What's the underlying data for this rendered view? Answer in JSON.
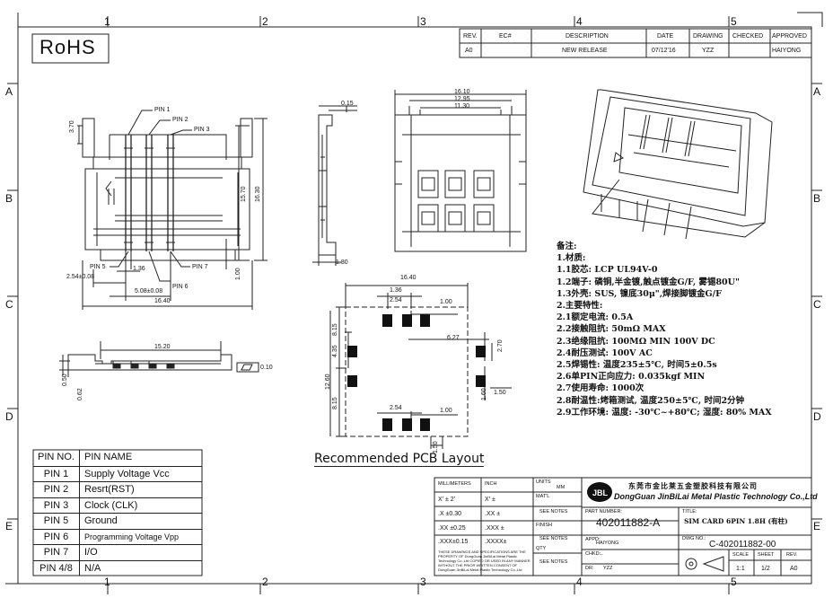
{
  "zone_labels": {
    "top": [
      "1",
      "2",
      "3",
      "4",
      "5"
    ],
    "bottom": [
      "1",
      "2",
      "3",
      "4",
      "5"
    ],
    "left": [
      "A",
      "B",
      "C",
      "D",
      "E"
    ],
    "right": [
      "A",
      "B",
      "C",
      "D",
      "E"
    ]
  },
  "rohs": "RoHS",
  "revision_table": {
    "headers": [
      "REV.",
      "EC#",
      "DESCRIPTION",
      "DATE",
      "DRAWING",
      "CHECKED",
      "APPROVED"
    ],
    "row": [
      "A0",
      "",
      "NEW RELEASE",
      "07/12'16",
      "YZZ",
      "",
      "HAIYONG"
    ]
  },
  "dimensions": {
    "front": {
      "pin1": "PIN 1",
      "pin2": "PIN 2",
      "pin3": "PIN 3",
      "pin5": "PIN 5",
      "pin6": "PIN 6",
      "pin7": "PIN 7",
      "d370": "3.70",
      "d1570": "15.70",
      "d1630": "16.30",
      "d100": "1.00",
      "d136": "1.36",
      "d254": "2.54±0.08",
      "d508": "5.08±0.08",
      "d1640": "16.40"
    },
    "side": {
      "d015": "0.15",
      "d180": "1.80"
    },
    "top_view": {
      "d1610": "16.10",
      "d1295": "12.95",
      "d1130": "11.30"
    },
    "bottom_view": {
      "d1520": "15.20",
      "flat": "0.10",
      "d050": "0.50",
      "d062": "0.62"
    },
    "pcb": {
      "d1640": "16.40",
      "d136": "1.36",
      "d254a": "2.54",
      "d100a": "1.00",
      "d815a": "8.15",
      "d435": "4.35",
      "d627": "6.27",
      "d270": "2.70",
      "d1260": "12.60",
      "d815b": "8.15",
      "d160": "1.60",
      "d150a": "1.50",
      "d254b": "2.54",
      "d100b": "1.00",
      "d150b": "1.50"
    }
  },
  "pcb_caption": "Recommended PCB Layout",
  "notes": [
    "备注:",
    "1.材质:",
    "1.1胶芯: LCP UL94V-0",
    "1.2端子: 磷铜,半金镀,触点镀金G/F, 雾锡80U\"",
    "1.3外壳: SUS, 镍底30μ\",焊接脚镀金G/F",
    "2.主要特性:",
    "2.1额定电流: 0.5A",
    "2.2接触阻抗: 50mΩ MAX",
    "2.3绝缘阻抗: 100MΩ MIN 100V DC",
    "2.4耐压测试: 100V AC",
    "2.5焊锡性: 温度235±5℃, 时间5±0.5s",
    "2.6单PIN正向应力: 0.035kgf MIN",
    "2.7使用寿命: 1000次",
    "2.8耐温性:烤箱测试, 温度250±5℃, 时间2分钟",
    "2.9工作环境: 温度: -30℃~+80℃; 湿度: 80% MAX"
  ],
  "pin_table": {
    "header": [
      "PIN NO.",
      "PIN  NAME"
    ],
    "rows": [
      [
        "PIN 1",
        "Supply Voltage Vcc"
      ],
      [
        "PIN 2",
        "Resrt(RST)"
      ],
      [
        "PIN 3",
        "Clock (CLK)"
      ],
      [
        "PIN 5",
        "Ground"
      ],
      [
        "PIN 6",
        "Programming Voltage Vpp"
      ],
      [
        "PIN 7",
        "I/O"
      ],
      [
        "PIN 4/8",
        "N/A"
      ]
    ]
  },
  "tolerance": {
    "headers": [
      "MILLIMETERS",
      "INCH"
    ],
    "rows": [
      [
        "X' ± 2'",
        "X' ±"
      ],
      [
        ".X ±0.30",
        ".XX ±"
      ],
      [
        ".XX ±0.25",
        ".XXX ±"
      ],
      [
        ".XXX±0.15",
        ".XXXX±"
      ]
    ],
    "notice": "THESE DRAWINGS AND SPECIFICATIONS ARE THE PROPERTY OF DongGuan JinBiLai Metal Plastic Technology Co.,Ltd COPIED OR USED IN ANY MANNER WITHOUT THE PRIOR WRITTEN CONSENT OF DongGuan JinBiLai Metal Plastic Technology Co.,Ltd"
  },
  "title_block": {
    "units_label": "UNITS",
    "units_value": "MM",
    "matl_label": "MAT'L",
    "matl_value": "SEE NOTES",
    "finish_label": "FINISH",
    "finish_value": "SEE NOTES",
    "qty_label": "QTY",
    "qty_value": "SEE NOTES",
    "company_cn": "东莞市金比莱五金塑胶科技有限公司",
    "company_en": "DongGuan JinBiLai Metal Plastic Technology Co.,Ltd",
    "part_label": "PART NUMBER:",
    "part_value": "402011882-A",
    "title_label": "TITLE:",
    "title_value": "SIM CARD 6PIN 1.8H (有柱)",
    "appd_label": "APPD:",
    "appd_value": "HAIYONG",
    "chkd_label": "CHKD:",
    "chkd_value": "--",
    "dr_label": "DR:",
    "dr_value": "YZZ",
    "dwg_label": "DWG NO.:",
    "dwg_value": "C-402011882-00",
    "scale_label": "SCALE",
    "scale_value": "1:1",
    "sheet_label": "SHEET",
    "sheet_value": "1/2",
    "rev_label": "REV.",
    "rev_value": "A0",
    "logo_text": "JBL"
  }
}
